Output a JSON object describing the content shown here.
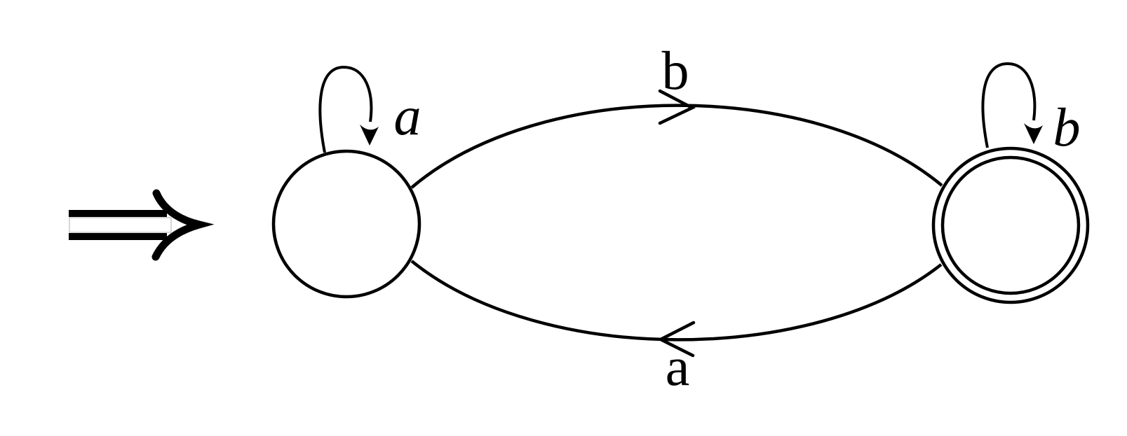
{
  "diagram": {
    "kind": "two-state finite automaton",
    "colors": {
      "stroke": "#000000",
      "background": "#ffffff",
      "start_channel_outline": "#c8c8c8"
    },
    "start_arrow": {
      "icon": "double-arrow-right",
      "points_to": "left-state"
    },
    "states": [
      {
        "name": "left-state",
        "shape": "circle",
        "start": true,
        "accepting": false,
        "label": ""
      },
      {
        "name": "right-state",
        "shape": "double-circle",
        "start": false,
        "accepting": true,
        "label": ""
      }
    ],
    "transitions": [
      {
        "from": "left-state",
        "to": "left-state",
        "label": "a",
        "style": "self-loop",
        "label_style": "italic"
      },
      {
        "from": "left-state",
        "to": "right-state",
        "label": "b",
        "style": "curved-top",
        "label_style": "roman"
      },
      {
        "from": "right-state",
        "to": "right-state",
        "label": "b",
        "style": "self-loop",
        "label_style": "italic"
      },
      {
        "from": "right-state",
        "to": "left-state",
        "label": "a",
        "style": "curved-bottom",
        "label_style": "roman"
      }
    ]
  }
}
